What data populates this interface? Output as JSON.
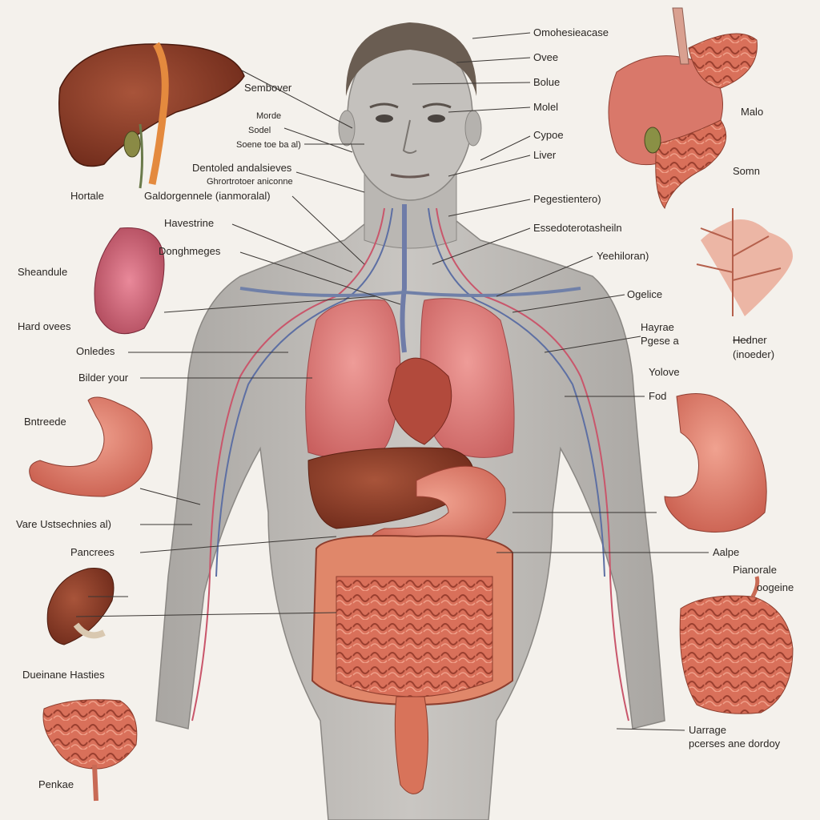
{
  "labels": {
    "top_right_1": "Omohesieacase",
    "top_right_2": "Ovee",
    "top_right_3": "Bolue",
    "top_right_4": "Molel",
    "top_right_5": "Cypoe",
    "top_right_6": "Liver",
    "top_right_7": "Pegestientero)",
    "top_right_8": "Essedoterotasheiln",
    "top_right_9": "Yeehiloran)",
    "right_male": "Malo",
    "right_somn": "Somn",
    "right_ogelice": "Ogelice",
    "right_hayrate": "Hayrae",
    "right_pgese": "Pgese a",
    "right_hedner": "Hedner",
    "right_hedner2": "(inoeder)",
    "right_yolove": "Yolove",
    "right_fod": "Fod",
    "right_aalpe": "Aalpe",
    "right_pianorale": "Pianorale",
    "right_oogeine": "oogeine",
    "right_uarrage": "Uarrage",
    "right_pcerse": "pcerses ane dordoy",
    "left_sembover": "Sembover",
    "left_morde": "Morde",
    "left_sodel": "Sodel",
    "left_sodel2": "Soene toe ba al)",
    "left_dentoled": "Dentoled andalsieves",
    "left_dentoled2": "Ghrortrotoer aniconne",
    "left_hortale": "Hortale",
    "left_galder": "Galdorgennele (ianmoralal)",
    "left_havestrine": "Havestrine",
    "left_donghmeges": "Donghmeges",
    "left_sheandule": "Sheandule",
    "left_hard_ovees": "Hard ovees",
    "left_onledes": "Onledes",
    "left_bilder_your": "Bilder your",
    "left_bntrecede": "Bntreede",
    "left_vare": "Vare Ustsechnies al)",
    "left_pancrees": "Pancrees",
    "left_dueinane": "Dueinane Hasties",
    "left_penkae": "Penkae"
  },
  "colors": {
    "background": "#f4f1ec",
    "skin": "#bdbab6",
    "liver": "#8e3a26",
    "lung": "#dc7f7e",
    "stomach": "#d97866",
    "intestine": "#d8735a",
    "label_text": "#2a2623",
    "leader_line": "#3a3633"
  }
}
